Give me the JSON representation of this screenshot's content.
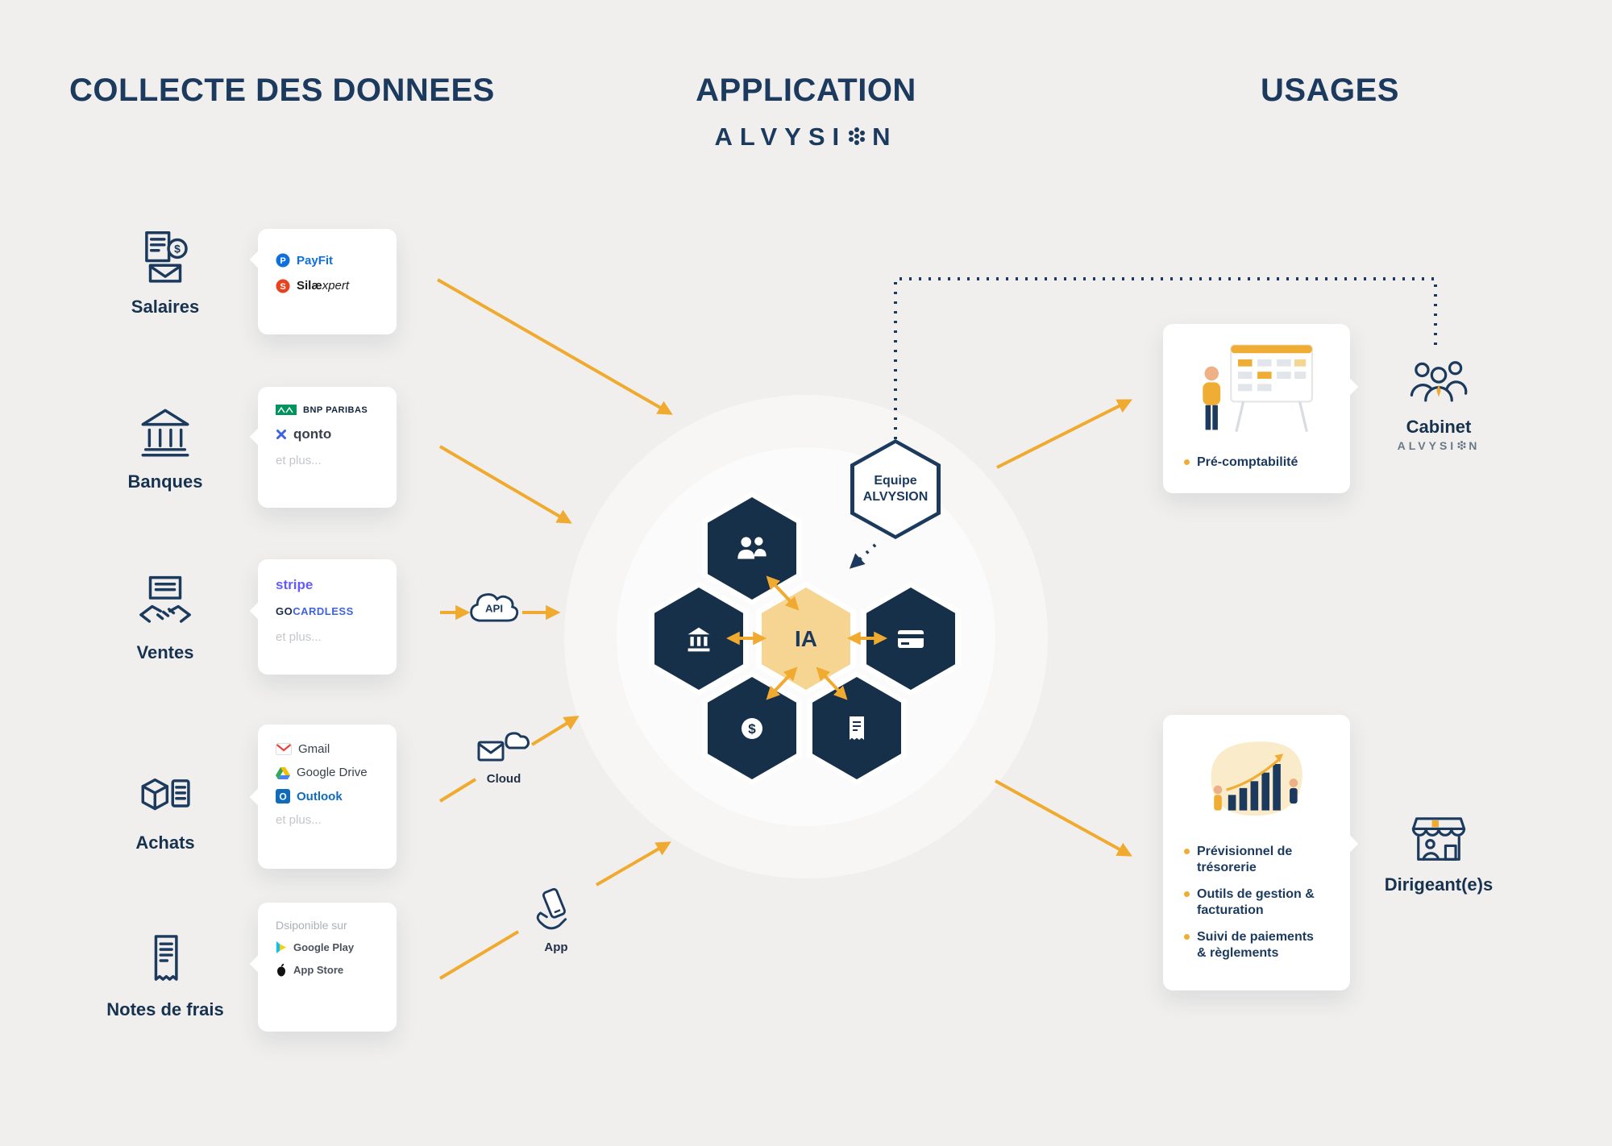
{
  "colors": {
    "navy": "#1b3a5e",
    "orange": "#efaa2f",
    "hex_dark": "#16304a",
    "ia_fill": "#f6d592",
    "background": "#f0efed"
  },
  "headers": {
    "collecte": "COLLECTE DES DONNEES",
    "application": "APPLICATION",
    "usages": "USAGES"
  },
  "logo": {
    "left": "ALVYSI",
    "right": "N"
  },
  "sources": [
    {
      "label": "Salaires"
    },
    {
      "label": "Banques"
    },
    {
      "label": "Ventes"
    },
    {
      "label": "Achats"
    },
    {
      "label": "Notes de frais"
    }
  ],
  "cards": {
    "salaires": {
      "payfit": "PayFit",
      "silae_bold": "Silæ",
      "silae_rest": "xpert"
    },
    "banques": {
      "bnp": "BNP PARIBAS",
      "qonto": "qonto",
      "more": "et plus..."
    },
    "ventes": {
      "stripe": "stripe",
      "go": "GO",
      "cardless": "CARDLESS",
      "more": "et plus..."
    },
    "achats": {
      "gmail": "Gmail",
      "drive": "Google Drive",
      "outlook": "Outlook",
      "more": "et plus..."
    },
    "notes": {
      "title": "Dsiponible sur",
      "play": "Google Play",
      "appstore": "App Store"
    }
  },
  "connectors": {
    "api": "API",
    "cloud": "Cloud",
    "app": "App"
  },
  "core": {
    "ia": "IA",
    "equipe_line1": "Equipe",
    "equipe_line2": "ALVYSION",
    "dollar": "$"
  },
  "icon_glyphs": {
    "payfit_p": "P",
    "silae_s": "S",
    "outlook_o": "O"
  },
  "usages": {
    "precompta_bullet": "Pré-comptabilité",
    "cabinet_label": "Cabinet",
    "dirigeant_bullets": [
      "Prévisionnel de trésorerie",
      "Outils de gestion & facturation",
      "Suivi de paiements & règlements"
    ],
    "dirigeant_label": "Dirigeant(e)s"
  }
}
